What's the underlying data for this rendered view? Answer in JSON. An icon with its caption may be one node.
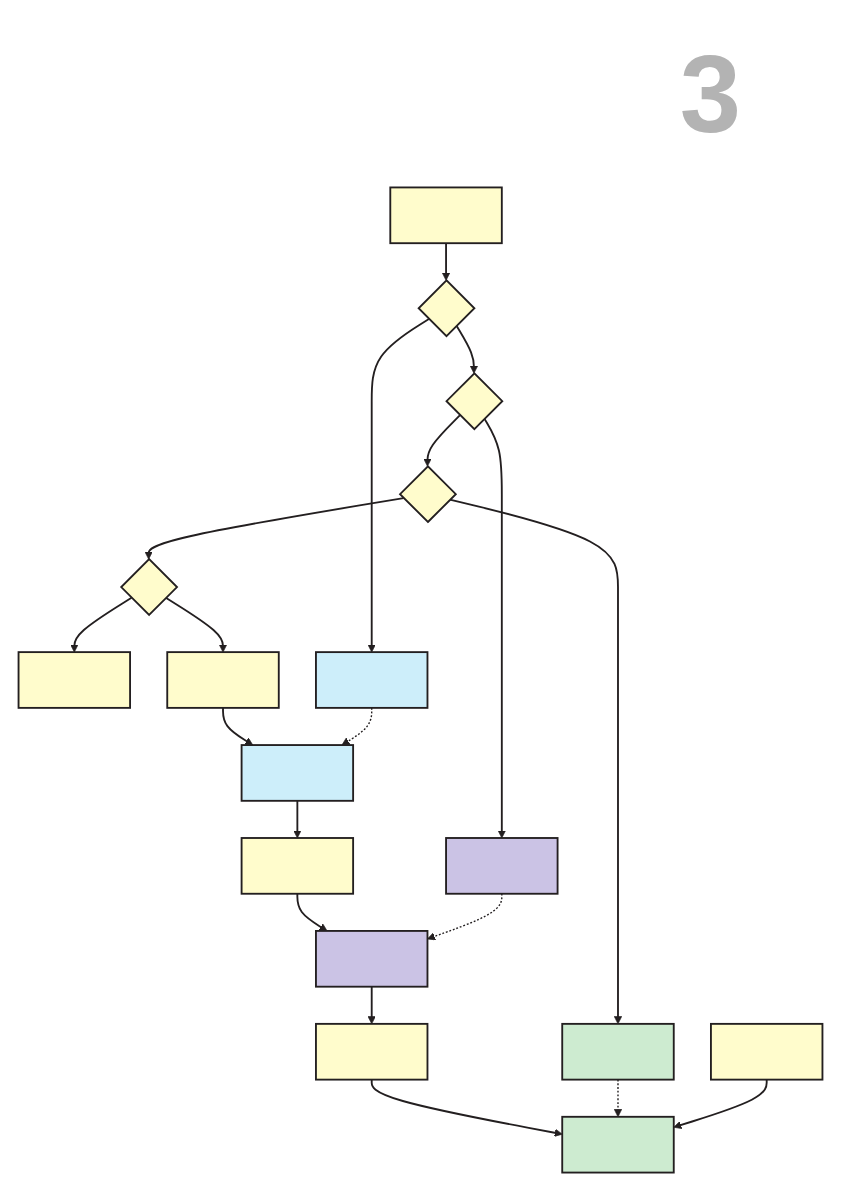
{
  "diagram": {
    "nodes": [
      {
        "text": [],
        "shape": "box"
      },
      {
        "text": [],
        "shape": "diamond"
      },
      {
        "text": [],
        "shape": "diamond"
      },
      {
        "text": [],
        "shape": "diamond"
      },
      {
        "text": [],
        "shape": "diamond"
      },
      {
        "text": [],
        "shape": "box"
      },
      {
        "text": [],
        "shape": "box"
      },
      {
        "text": [],
        "shape": "box"
      },
      {
        "text": [],
        "shape": "box"
      },
      {
        "text": [],
        "shape": "box"
      },
      {
        "text": [],
        "shape": "box"
      },
      {
        "text": [],
        "shape": "box"
      },
      {
        "text": [],
        "shape": "box"
      },
      {
        "text": [],
        "shape": "box"
      },
      {
        "text": [],
        "shape": "box"
      },
      {
        "text": [],
        "shape": "box"
      }
    ],
    "edges": [
      {
        "from": 0,
        "to": 1,
        "arrow": "to"
      },
      {
        "from": 1,
        "to": 2,
        "arrow": "to"
      },
      {
        "from": 2,
        "to": 3,
        "arrow": "to"
      },
      {
        "from": 3,
        "to": 4,
        "arrow": "to"
      },
      {
        "from": 4,
        "to": 5,
        "arrow": "to"
      },
      {
        "from": 1,
        "to": 6,
        "arrow": "to"
      },
      {
        "from": 2,
        "to": 7,
        "arrow": "to"
      },
      {
        "from": 3,
        "to": 8,
        "arrow": "to"
      },
      {
        "from": 4,
        "to": 9,
        "arrow": "to"
      },
      {
        "from": 9,
        "to": 10,
        "arrow": "to"
      },
      {
        "from": 6,
        "to": 10,
        "arrow": "to",
        "style": "dashed"
      },
      {
        "from": 10,
        "to": 11,
        "arrow": "to"
      },
      {
        "from": 11,
        "to": 12,
        "arrow": "to"
      },
      {
        "from": 7,
        "to": 12,
        "arrow": "to",
        "style": "dashed"
      },
      {
        "from": 12,
        "to": 13,
        "arrow": "to"
      },
      {
        "from": 13,
        "to": 14,
        "arrow": "to"
      },
      {
        "from": 8,
        "to": 14,
        "arrow": "to",
        "style": "dashed"
      },
      {
        "from": 15,
        "to": 14,
        "arrow": "to"
      }
    ],
    "labels": [
      "3"
    ]
  }
}
